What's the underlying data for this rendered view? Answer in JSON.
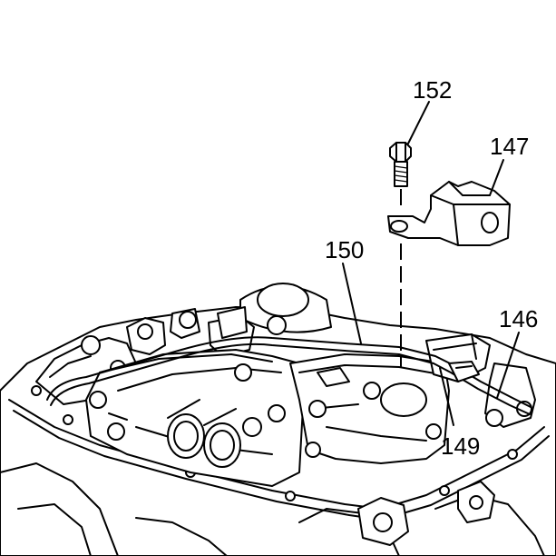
{
  "callouts": {
    "c152": "152",
    "c147": "147",
    "c150": "150",
    "c146": "146",
    "c149": "149"
  }
}
